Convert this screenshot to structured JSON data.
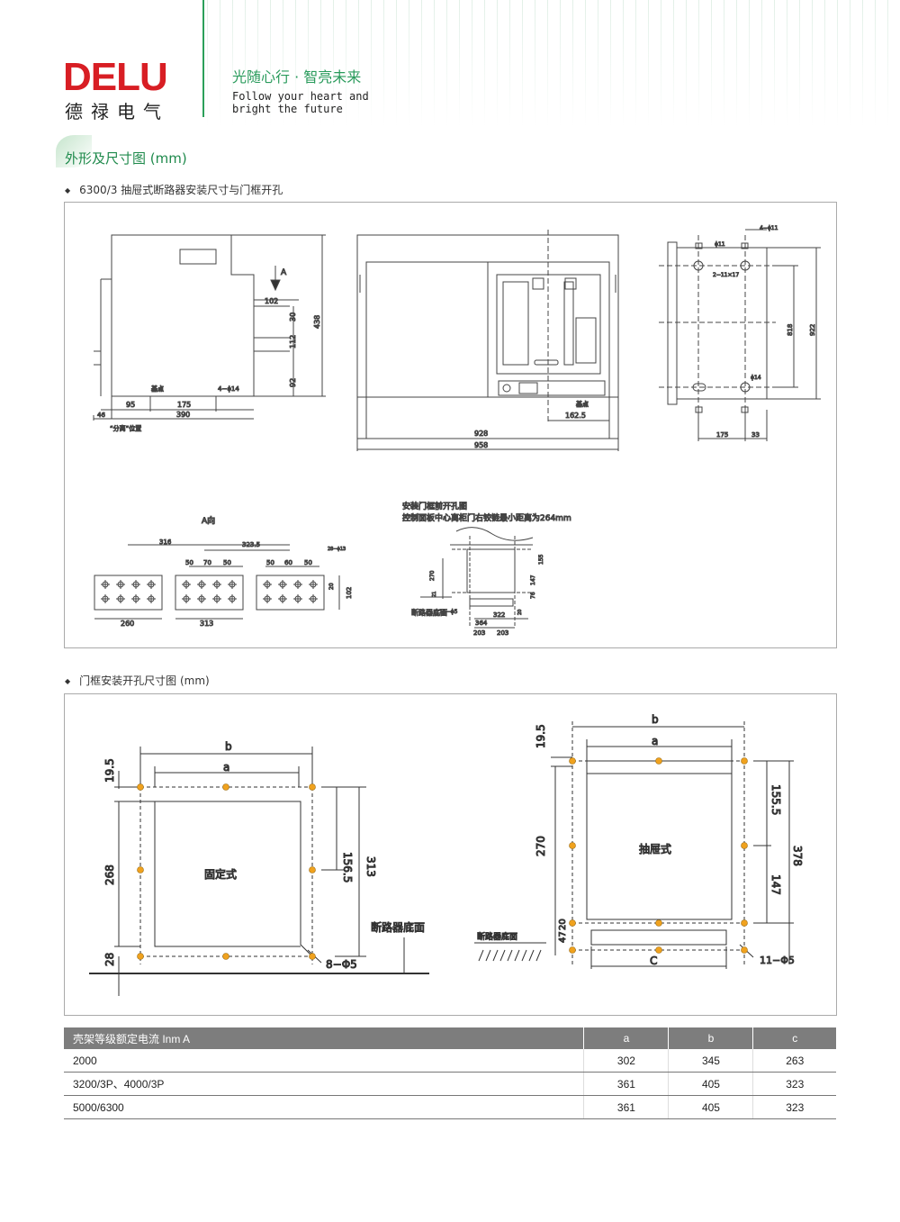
{
  "header": {
    "logo": "DELU",
    "logo_cn": "德禄电气",
    "slogan_cn": "光随心行 · 智亮未来",
    "slogan_en_line1": "Follow your heart and",
    "slogan_en_line2": "bright the future"
  },
  "section_title": "外形及尺寸图 (mm)",
  "drawing1": {
    "title": "6300/3 抽屉式断路器安装尺寸与门框开孔",
    "side_view": {
      "dim_102": "102",
      "dim_30": "30",
      "dim_112": "112",
      "dim_92": "92",
      "dim_438": "438",
      "dim_95": "95",
      "dim_175": "175",
      "dim_390": "390",
      "dim_46": "46",
      "holes": "4−ϕ14",
      "base_point": "基点",
      "arrow_label": "A",
      "position_note": "“分离”位置"
    },
    "front_view": {
      "dim_162_5": "162.5",
      "dim_928": "928",
      "dim_958": "958",
      "base_point": "基点"
    },
    "right_view": {
      "holes_top": "4−ϕ11",
      "hole_11": "ϕ11",
      "slot": "2−11×17",
      "hole_14": "ϕ14",
      "dim_818": "818",
      "dim_922": "922",
      "dim_175": "175",
      "dim_33": "33"
    },
    "a_view": {
      "title": "A向",
      "dim_316": "316",
      "dim_323_5": "323.5",
      "dim_50": "50",
      "dim_70": "70",
      "dim_60": "60",
      "dim_20": "20",
      "dim_102": "102",
      "dim_260": "260",
      "dim_313": "313",
      "holes": "28−ϕ13"
    },
    "door_cut": {
      "title": "安装门框前开孔图",
      "note": "控制面板中心离柜门右铰链最小距离为264mm",
      "dim_270": "270",
      "dim_21": "21",
      "dim_155": "155",
      "dim_147": "147",
      "dim_76": "76",
      "dim_20": "20",
      "dim_322": "322",
      "dim_364": "364",
      "dim_203": "203",
      "holes": "11−ϕ5",
      "bottom_label": "断路器底面"
    }
  },
  "drawing2": {
    "title": "门框安装开孔尺寸图 (mm)",
    "fixed": {
      "label": "固定式",
      "b": "b",
      "a": "a",
      "dim_19_5": "19.5",
      "dim_268": "268",
      "dim_28": "28",
      "dim_156_5": "156.5",
      "dim_313": "313",
      "holes": "8−Φ5",
      "bottom_label": "断路器底面"
    },
    "drawout": {
      "label": "抽屉式",
      "b": "b",
      "a": "a",
      "c": "C",
      "dim_19_5": "19.5",
      "dim_270": "270",
      "dim_20": "20",
      "dim_47": "47",
      "dim_155_5": "155.5",
      "dim_147": "147",
      "dim_378": "378",
      "holes": "11−Φ5",
      "bottom_label": "断路器底面"
    }
  },
  "table": {
    "headers": [
      "壳架等级额定电流 Inm A",
      "a",
      "b",
      "c"
    ],
    "rows": [
      [
        "2000",
        "302",
        "345",
        "263"
      ],
      [
        "3200/3P、4000/3P",
        "361",
        "405",
        "323"
      ],
      [
        "5000/6300",
        "361",
        "405",
        "323"
      ]
    ]
  },
  "colors": {
    "brand_red": "#d81e24",
    "brand_green": "#2a9b5c",
    "hole_orange": "#f0a21e",
    "table_header": "#7d7d7d"
  }
}
